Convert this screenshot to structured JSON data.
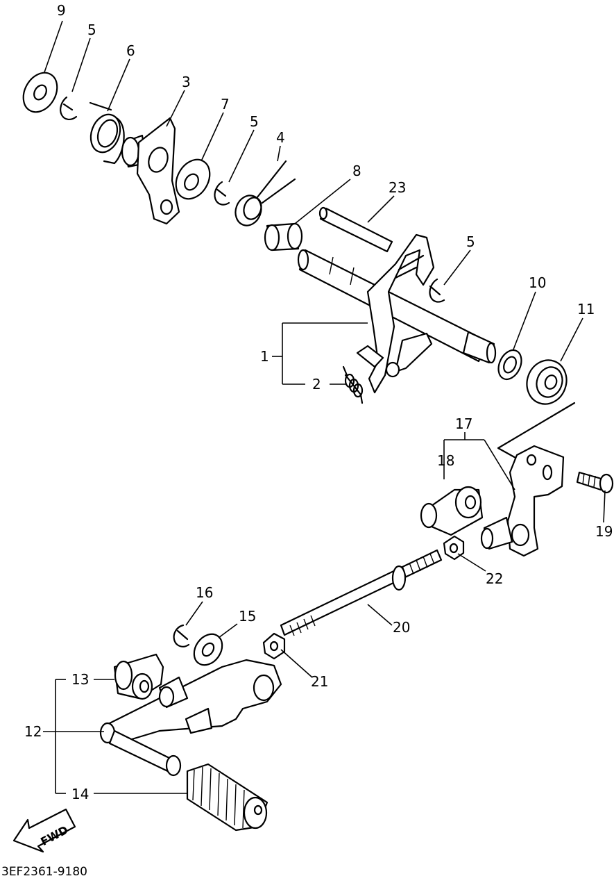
{
  "diagram": {
    "parts": [
      {
        "id": "p1",
        "label": "1"
      },
      {
        "id": "p2",
        "label": "2"
      },
      {
        "id": "p3",
        "label": "3"
      },
      {
        "id": "p4",
        "label": "4"
      },
      {
        "id": "p5a",
        "label": "5"
      },
      {
        "id": "p5b",
        "label": "5"
      },
      {
        "id": "p5c",
        "label": "5"
      },
      {
        "id": "p6",
        "label": "6"
      },
      {
        "id": "p7",
        "label": "7"
      },
      {
        "id": "p8",
        "label": "8"
      },
      {
        "id": "p9",
        "label": "9"
      },
      {
        "id": "p10",
        "label": "10"
      },
      {
        "id": "p11",
        "label": "11"
      },
      {
        "id": "p12",
        "label": "12"
      },
      {
        "id": "p13",
        "label": "13"
      },
      {
        "id": "p14",
        "label": "14"
      },
      {
        "id": "p15",
        "label": "15"
      },
      {
        "id": "p16",
        "label": "16"
      },
      {
        "id": "p17",
        "label": "17"
      },
      {
        "id": "p18",
        "label": "18"
      },
      {
        "id": "p19",
        "label": "19"
      },
      {
        "id": "p20",
        "label": "20"
      },
      {
        "id": "p21",
        "label": "21"
      },
      {
        "id": "p22",
        "label": "22"
      },
      {
        "id": "p23",
        "label": "23"
      }
    ],
    "fwd_label": "FWD",
    "drawing_code": "3EF2361-9180"
  }
}
